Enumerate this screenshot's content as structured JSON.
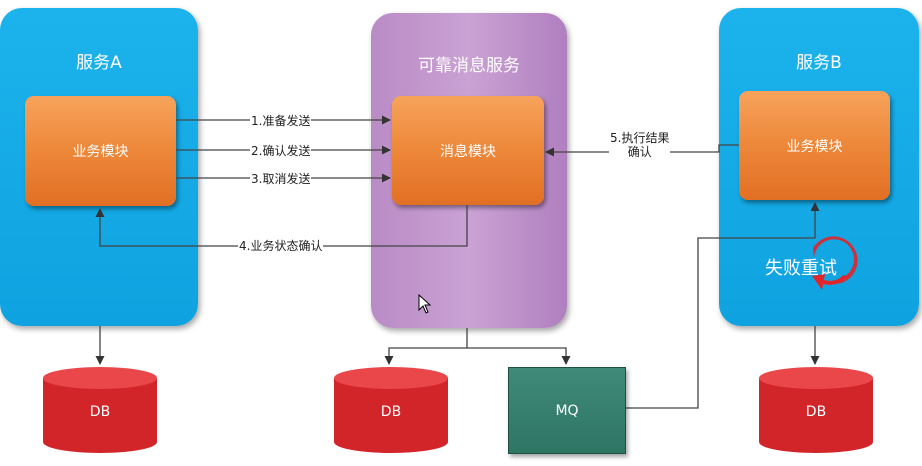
{
  "service_a": {
    "title": "服务A",
    "module": "业务模块"
  },
  "reliable_service": {
    "title": "可靠消息服务",
    "module": "消息模块"
  },
  "service_b": {
    "title": "服务B",
    "module": "业务模块",
    "retry_label": "失败重试"
  },
  "arrows": {
    "prepare": "1.准备发送",
    "confirm": "2.确认发送",
    "cancel": "3.取消发送",
    "status_check": "4.业务状态确认",
    "exec_result_line1": "5.执行结果",
    "exec_result_line2": "确认"
  },
  "storage": {
    "db_a": "DB",
    "db_msg": "DB",
    "mq": "MQ",
    "db_b": "DB"
  },
  "colors": {
    "service_panel": "#1cb3ec",
    "message_panel": "#c49ad0",
    "module": "#ee8a3c",
    "db": "#d9262a",
    "mq": "#3a8270"
  }
}
